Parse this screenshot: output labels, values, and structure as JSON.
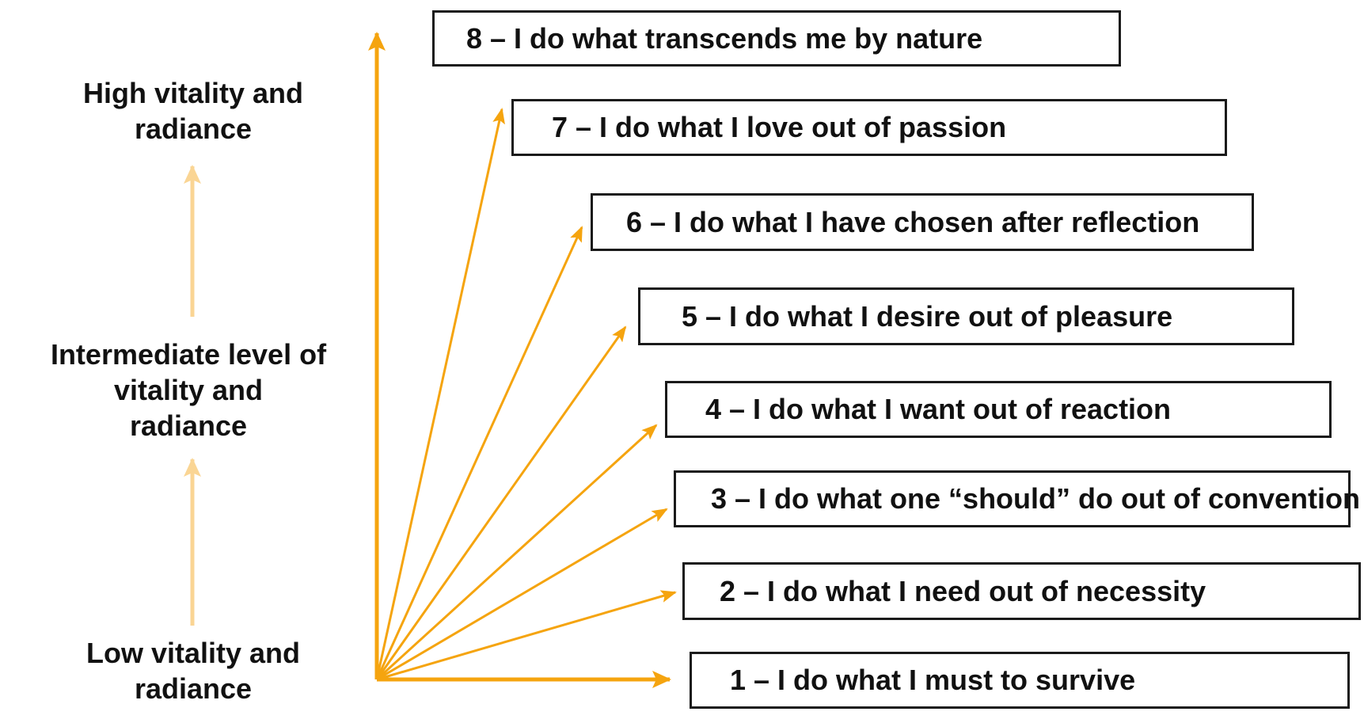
{
  "colors": {
    "arrow": "#F5A40F",
    "arrow_light": "#FAD594",
    "box_border": "#1A1A1A",
    "text": "#111111"
  },
  "scale_labels": {
    "high": [
      "High vitality and",
      "radiance"
    ],
    "intermediate": [
      "Intermediate level of",
      "vitality and",
      "radiance"
    ],
    "low": [
      "Low vitality and",
      "radiance"
    ]
  },
  "levels": [
    {
      "number": 1,
      "label": "1 – I do what I must to survive"
    },
    {
      "number": 2,
      "label": "2 – I do what I need out of necessity"
    },
    {
      "number": 3,
      "label": "3 – I do what one “should” do out of convention"
    },
    {
      "number": 4,
      "label": "4 – I do what I want out of reaction"
    },
    {
      "number": 5,
      "label": "5 – I do what I desire out of pleasure"
    },
    {
      "number": 6,
      "label": "6 – I do what I have chosen after reflection"
    },
    {
      "number": 7,
      "label": "7 – I do what I love out of passion"
    },
    {
      "number": 8,
      "label": "8 – I do what transcends me by nature"
    }
  ]
}
